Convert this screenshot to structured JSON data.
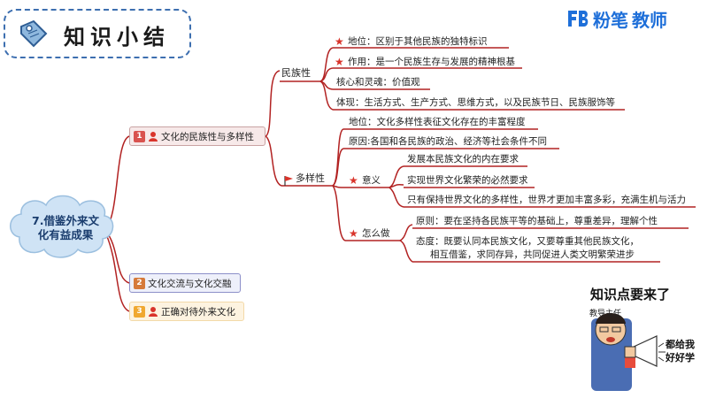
{
  "header": {
    "title": "知识小结",
    "tag_icon": "tag-icon"
  },
  "brand": {
    "name": "粉笔",
    "sub": "教师",
    "logo_icon": "fb-logo-icon"
  },
  "root": {
    "line1": "7.借鉴外来文",
    "line2": "化有益成果"
  },
  "main_nodes": [
    {
      "num": "1",
      "label": "文化的民族性与多样性",
      "color": "#d9534f"
    },
    {
      "num": "2",
      "label": "文化交流与文化交融",
      "color": "#d67a3a"
    },
    {
      "num": "3",
      "label": "正确对待外来文化",
      "color": "#f0a830"
    }
  ],
  "minzu": {
    "label": "民族性",
    "items": [
      "地位：区别于其他民族的独特标识",
      "作用：是一个民族生存与发展的精神根基",
      "核心和灵魂：价值观",
      "体现：生活方式、生产方式、思维方式，以及民族节日、民族服饰等"
    ]
  },
  "duoyang": {
    "label": "多样性",
    "status": "地位：文化多样性表征文化存在的丰富程度",
    "cause": "原因:各国和各民族的政治、经济等社会条件不同",
    "meaning": {
      "label": "意义",
      "items": [
        "发展本民族文化的内在要求",
        "实现世界文化繁荣的必然要求",
        "只有保持世界文化的多样性，世界才更加丰富多彩，充满生机与活力"
      ]
    },
    "how": {
      "label": "怎么做",
      "principle": "原则：要在坚持各民族平等的基础上，尊重差异，理解个性",
      "attitude1": "态度：既要认同本民族文化，又要尊重其他民族文化，",
      "attitude2": "相互借鉴，求同存异，共同促进人类文明繁荣进步"
    }
  },
  "mascot": {
    "bubble": "知识点要来了",
    "role": "教导主任",
    "speech1": "都给我",
    "speech2": "好好学"
  },
  "colors": {
    "accent_red": "#d9342b",
    "dark_red": "#b22222",
    "blue": "#1e6fd9",
    "cloud": "#cfe3f5"
  }
}
